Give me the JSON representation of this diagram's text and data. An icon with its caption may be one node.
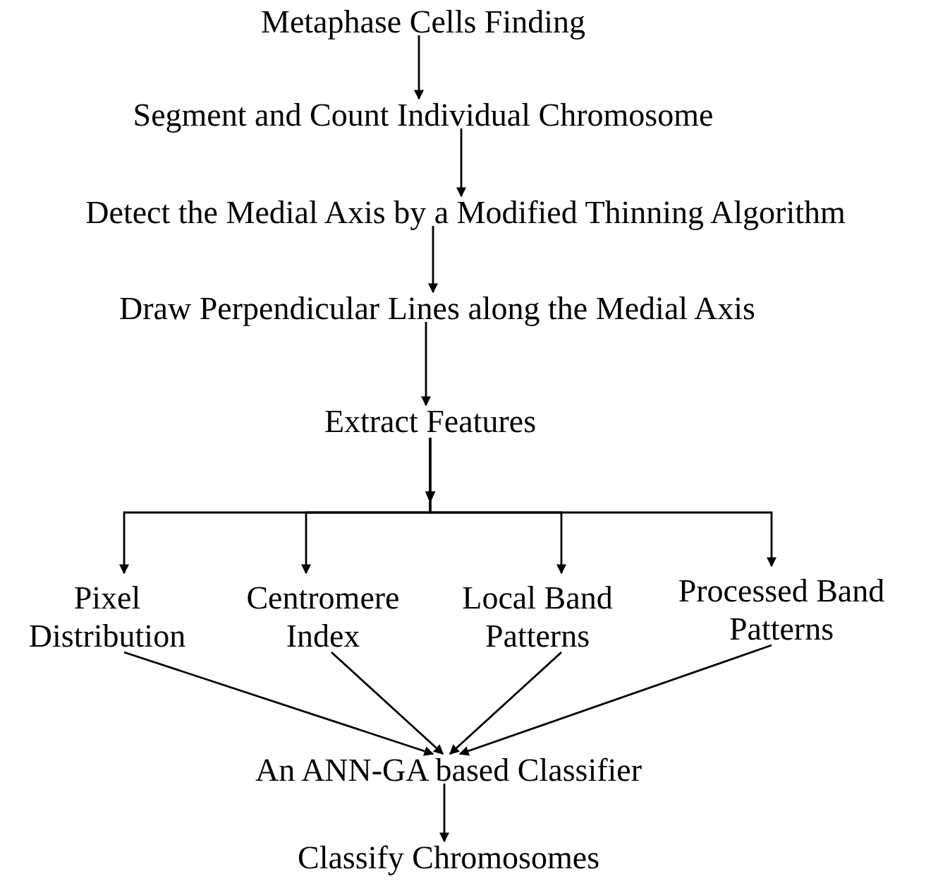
{
  "diagram": {
    "nodes": [
      {
        "text": [
          "Metaphase Cells Finding"
        ]
      },
      {
        "text": [
          "Segment and Count Individual Chromosome"
        ]
      },
      {
        "text": [
          "Detect the Medial Axis by a Modified Thinning Algorithm"
        ]
      },
      {
        "text": [
          "Draw Perpendicular Lines along the Medial Axis"
        ]
      },
      {
        "text": [
          "Extract Features"
        ]
      },
      {
        "text": [
          "Pixel Distribution"
        ]
      },
      {
        "text": [
          "Centromere Index"
        ]
      },
      {
        "text": [
          "Local Band Patterns"
        ]
      },
      {
        "text": [
          "Processed Band Patterns"
        ]
      },
      {
        "text": [
          "An ANN-GA based Classifier"
        ]
      },
      {
        "text": [
          "Classify Chromosomes"
        ]
      }
    ],
    "edges": [
      {
        "from": 0,
        "to": 1,
        "arrow": "to"
      },
      {
        "from": 1,
        "to": 2,
        "arrow": "to"
      },
      {
        "from": 2,
        "to": 3,
        "arrow": "to"
      },
      {
        "from": 3,
        "to": 4,
        "arrow": "to"
      },
      {
        "from": 4,
        "to": 5,
        "arrow": "to"
      },
      {
        "from": 4,
        "to": 6,
        "arrow": "to"
      },
      {
        "from": 4,
        "to": 7,
        "arrow": "to"
      },
      {
        "from": 4,
        "to": 8,
        "arrow": "to"
      },
      {
        "from": 5,
        "to": 9,
        "arrow": "to"
      },
      {
        "from": 6,
        "to": 9,
        "arrow": "to"
      },
      {
        "from": 7,
        "to": 9,
        "arrow": "to"
      },
      {
        "from": 8,
        "to": 9,
        "arrow": "to"
      },
      {
        "from": 9,
        "to": 10,
        "arrow": "to"
      }
    ]
  }
}
